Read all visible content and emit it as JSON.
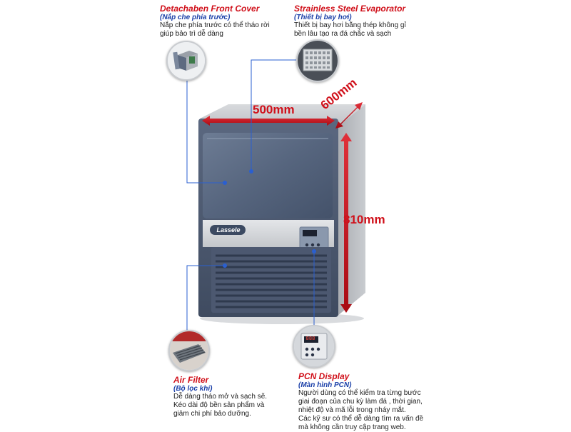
{
  "callouts": {
    "front_cover": {
      "title": "Detachaben Front Cover",
      "subtitle": "(Nắp che phía trước)",
      "desc": [
        "Nắp che phía trước có thể tháo rời",
        "giúp bảo trì dễ dàng"
      ]
    },
    "evaporator": {
      "title": "Strainless Steel Evaporator",
      "subtitle": "(Thiết bị bay hơi)",
      "desc": [
        "Thiết bị bay hơi bằng thép không gỉ",
        "bền lâu tạo ra đá chắc và sạch"
      ]
    },
    "air_filter": {
      "title": "Air Filter",
      "subtitle": "(Bộ lọc khí)",
      "desc": [
        "Dễ dàng tháo mở và sạch sẽ.",
        "Kéo dài độ bền sản phẩm và",
        "giảm chi phí bảo dưỡng."
      ]
    },
    "pcn_display": {
      "title": "PCN Display",
      "subtitle": "(Màn hình PCN)",
      "desc": [
        "Người dùng có thể kiểm tra từng bước",
        "giai đoạn của chu kỳ làm đá , thời gian,",
        "nhiệt độ và mã lỗi trong nháy mắt.",
        "Các kỹ sư có thể dễ dàng tìm ra vấn đề",
        "mà không cần truy cập trang web."
      ]
    }
  },
  "dimensions": {
    "width": "500mm",
    "depth": "600mm",
    "height": "810mm"
  },
  "brand": {
    "logo_text": "Lassele"
  },
  "display": {
    "readout": "888"
  },
  "colors": {
    "accent_red": "#d0101a",
    "accent_blue": "#1a3fa8",
    "body_steel": "#b9bcc0",
    "panel_navy": "#4a5a72",
    "pointer_blue": "#2a5fd0"
  }
}
